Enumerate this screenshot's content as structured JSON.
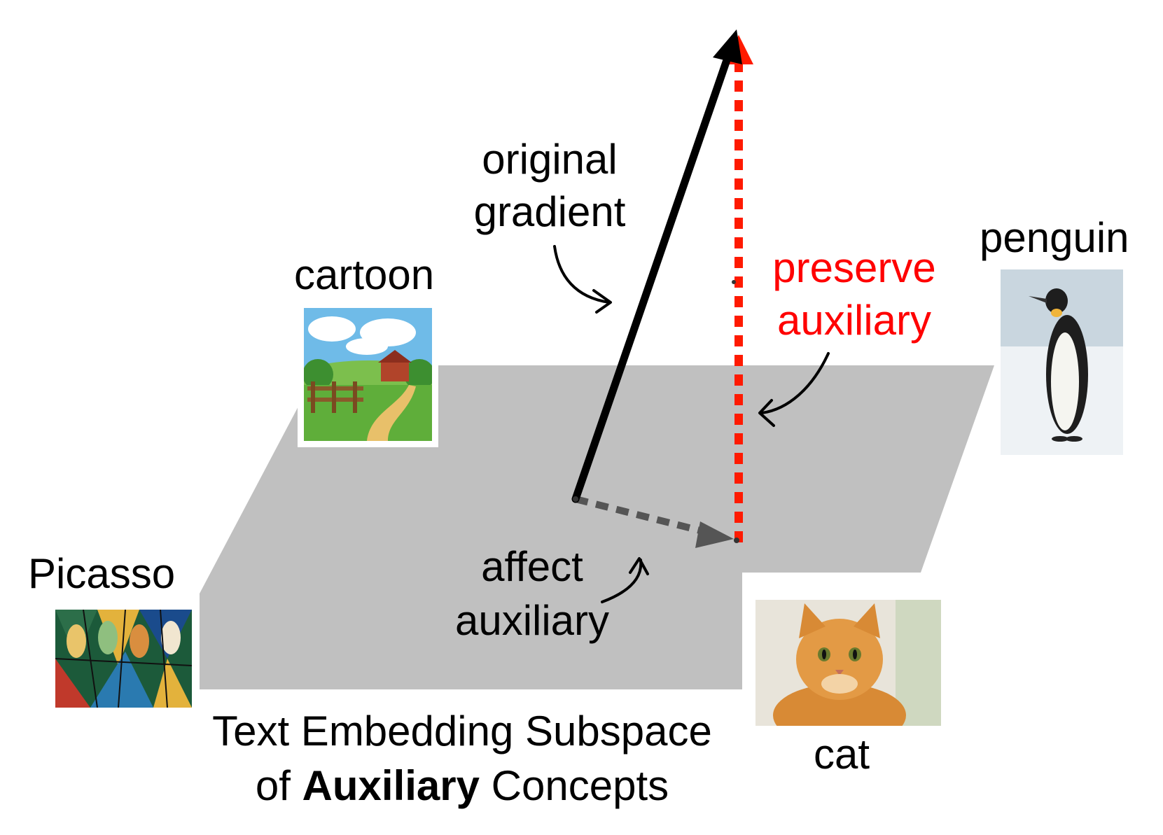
{
  "concepts": {
    "cartoon": "cartoon",
    "penguin": "penguin",
    "picasso": "Picasso",
    "cat": "cat"
  },
  "annotations": {
    "original_gradient_line1": "original",
    "original_gradient_line2": "gradient",
    "preserve_line1": "preserve",
    "preserve_line2": "auxiliary",
    "affect_line1": "affect",
    "affect_line2": "auxiliary"
  },
  "caption": {
    "line1": "Text Embedding Subspace",
    "line2_pre": "of ",
    "line2_bold": "Auxiliary",
    "line2_post": " Concepts"
  },
  "colors": {
    "plane": "#c0c0c0",
    "original_gradient": "#000000",
    "preserve_vector": "#ff0000",
    "affect_vector": "#555555"
  }
}
